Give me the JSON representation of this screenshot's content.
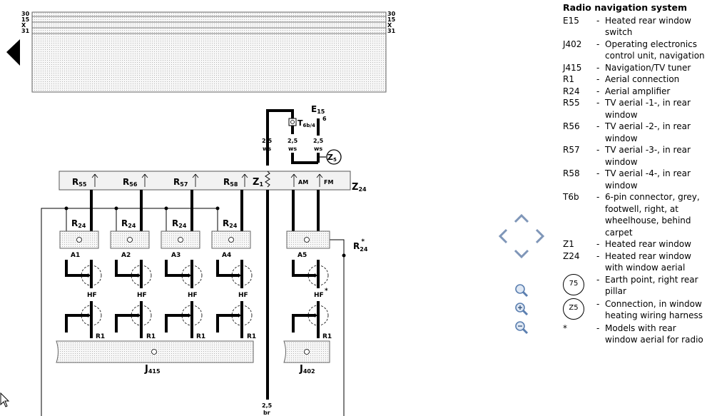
{
  "header_left": {
    "rows": [
      "30",
      "15",
      "X",
      "31"
    ]
  },
  "header_right": {
    "rows": [
      "30",
      "15",
      "X",
      "31"
    ]
  },
  "components": {
    "r55": "R",
    "r55_sub": "55",
    "r56": "R",
    "r56_sub": "56",
    "r57": "R",
    "r57_sub": "57",
    "r58": "R",
    "r58_sub": "58",
    "z1": "Z",
    "z1_sub": "1",
    "z24": "Z",
    "z24_sub": "24",
    "e15": "E",
    "e15_sub": "15",
    "e15_pin": "6",
    "t6b": "T",
    "t6b_sub": "6b/4",
    "z5": "Z",
    "z5_sub": "5",
    "r24": "R",
    "r24_sub": "24",
    "r24_star": "*",
    "j415": "J",
    "j415_sub": "415",
    "j402": "J",
    "j402_sub": "402",
    "am": "AM",
    "fm": "FM",
    "hf": "HF",
    "r1": "R1",
    "a_labels": [
      "A1",
      "A2",
      "A3",
      "A4",
      "A5"
    ]
  },
  "wires": {
    "size": "2,5",
    "ws": "ws",
    "br": "br"
  },
  "legend": {
    "title": "Radio navigation system",
    "items": [
      {
        "code": "E15",
        "desc": "Heated rear window switch"
      },
      {
        "code": "J402",
        "desc": "Operating electronics control unit, navigation"
      },
      {
        "code": "J415",
        "desc": "Navigation/TV tuner"
      },
      {
        "code": "R1",
        "desc": "Aerial connection"
      },
      {
        "code": "R24",
        "desc": "Aerial amplifier"
      },
      {
        "code": "R55",
        "desc": "TV aerial -1-, in rear window"
      },
      {
        "code": "R56",
        "desc": "TV aerial -2-, in rear window"
      },
      {
        "code": "R57",
        "desc": "TV aerial -3-, in rear window"
      },
      {
        "code": "R58",
        "desc": "TV aerial -4-, in rear window"
      },
      {
        "code": "T6b",
        "desc": "6-pin connector, grey, footwell, right, at wheelhouse, behind carpet"
      },
      {
        "code": "Z1",
        "desc": "Heated rear window"
      },
      {
        "code": "Z24",
        "desc": "Heated rear window with window aerial"
      }
    ],
    "circle_items": [
      {
        "code": "75",
        "desc": "Earth point, right rear pillar"
      },
      {
        "code": "Z5",
        "desc": "Connection, in window heating wiring harness"
      }
    ],
    "star_item": {
      "code": "*",
      "desc": "Models with rear window aerial for radio"
    }
  },
  "colors": {
    "hatch": "#c8c8c8",
    "panel_fill": "#f2f2f2",
    "line": "#000000",
    "ctrl": "#6a8fc0"
  }
}
